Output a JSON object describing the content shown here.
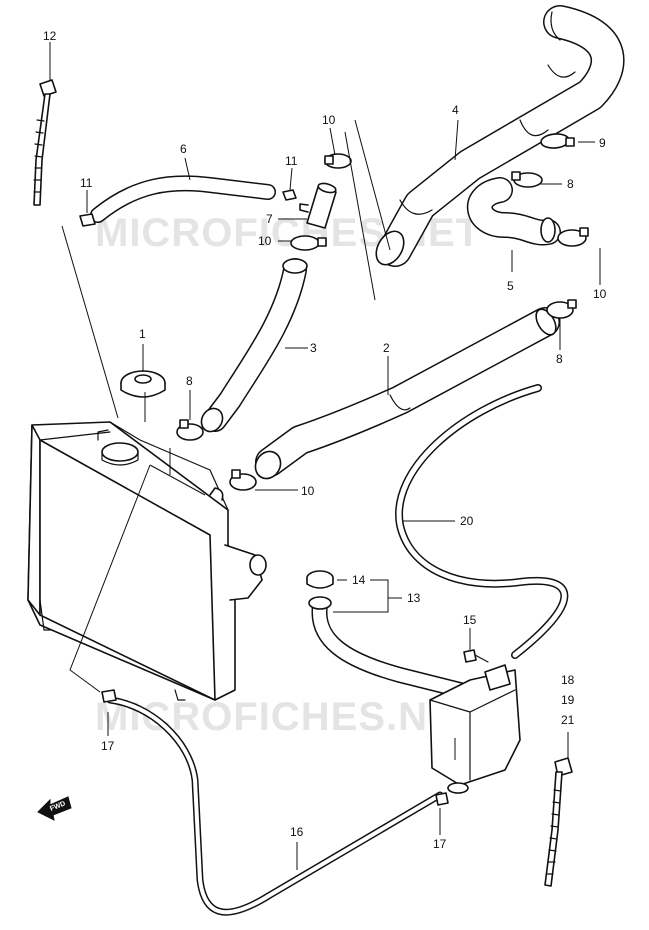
{
  "watermarks": [
    "MICROFICHES.NET",
    "MICROFICHES.NET"
  ],
  "fwd_badge": "FWD",
  "callouts": {
    "c1": "1",
    "c2": "2",
    "c3": "3",
    "c4": "4",
    "c5": "5",
    "c6": "6",
    "c7": "7",
    "c8a": "8",
    "c8b": "8",
    "c8c": "8",
    "c9": "9",
    "c10a": "10",
    "c10b": "10",
    "c10c": "10",
    "c10d": "10",
    "c11a": "11",
    "c11b": "11",
    "c12": "12",
    "c13": "13",
    "c14": "14",
    "c15": "15",
    "c16": "16",
    "c17a": "17",
    "c17b": "17",
    "c18": "18",
    "c19": "19",
    "c20": "20",
    "c21": "21"
  }
}
